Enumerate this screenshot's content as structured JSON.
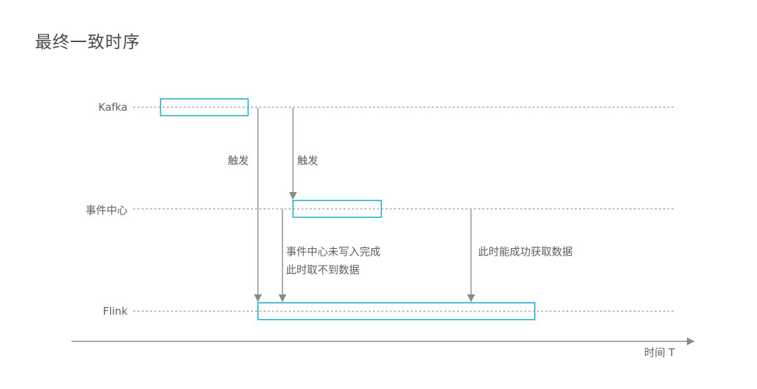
{
  "title": "最终一致时序",
  "lanes": {
    "kafka": "Kafka",
    "event_center": "事件中心",
    "flink": "Flink"
  },
  "annotations": {
    "trigger_1": "触发",
    "trigger_2": "触发",
    "not_written_line1": "事件中心未写入完成",
    "not_written_line2": "此时取不到数据",
    "success": "此时能成功获取数据"
  },
  "axis": {
    "label": "时间 T"
  },
  "colors": {
    "box_stroke": "#1fb1c9",
    "guide_line": "#9a9a9a",
    "arrow": "#8a8a8a",
    "axis": "#8a8a8a",
    "text": "#5f5f5f"
  }
}
